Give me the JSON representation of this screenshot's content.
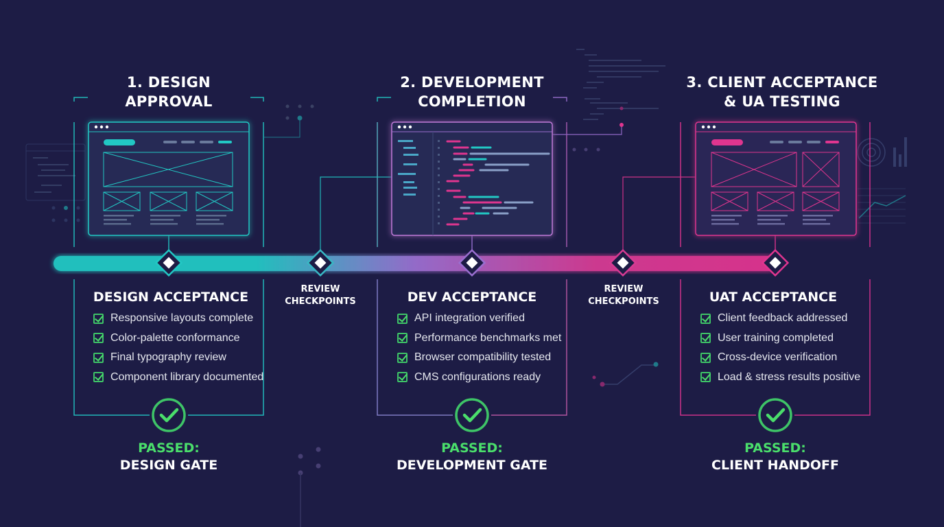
{
  "stages": [
    {
      "title_lines": [
        "1. DESIGN",
        "APPROVAL"
      ],
      "section": "DESIGN ACCEPTANCE",
      "items": [
        "Responsive layouts complete",
        "Color-palette conformance",
        "Final typography review",
        "Component library documented"
      ],
      "gate_status": "PASSED:",
      "gate_name": "DESIGN GATE",
      "color": "#22c8c4"
    },
    {
      "title_lines": [
        "2. DEVELOPMENT",
        "COMPLETION"
      ],
      "section": "DEV ACCEPTANCE",
      "items": [
        "API integration verified",
        "Performance benchmarks met",
        "Browser compatibility tested",
        "CMS configurations ready"
      ],
      "gate_status": "PASSED:",
      "gate_name": "DEVELOPMENT GATE",
      "color": "#9a6fd0"
    },
    {
      "title_lines": [
        "3. CLIENT ACCEPTANCE",
        "& UA TESTING"
      ],
      "section": "UAT ACCEPTANCE",
      "items": [
        "Client feedback addressed",
        "User training completed",
        "Cross-device verification",
        "Load & stress results positive"
      ],
      "gate_status": "PASSED:",
      "gate_name": "CLIENT HANDOFF",
      "color": "#e0358f"
    }
  ],
  "review_checkpoints": [
    {
      "lines": [
        "REVIEW",
        "CHECKPOINTS"
      ]
    },
    {
      "lines": [
        "REVIEW",
        "CHECKPOINTS"
      ]
    }
  ],
  "colors": {
    "background": "#1d1c45",
    "teal": "#22c8c4",
    "purple": "#9a6fd0",
    "magenta": "#e0358f",
    "pass_green": "#4ade6b"
  },
  "icons": [
    "browser-window-icon",
    "code-editor-icon",
    "check-circle-icon",
    "checkbox-icon",
    "diamond-node-icon"
  ]
}
